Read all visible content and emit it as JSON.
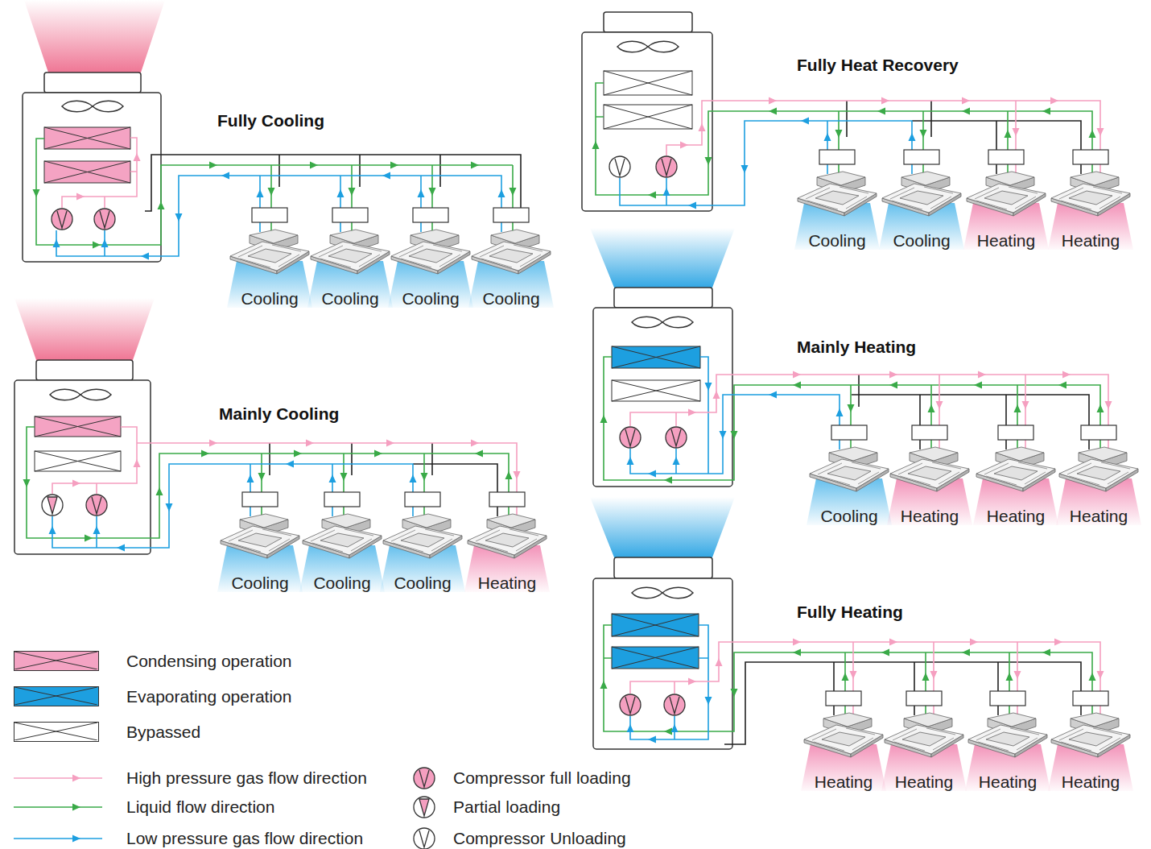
{
  "diagram": {
    "nodes": [
      {
        "text": [
          "Cooling"
        ]
      },
      {
        "text": [
          "Cooling"
        ]
      },
      {
        "text": [
          "Cooling"
        ]
      },
      {
        "text": [
          "Cooling"
        ]
      },
      {
        "text": [
          "Cooling"
        ]
      },
      {
        "text": [
          "Cooling"
        ]
      },
      {
        "text": [
          "Cooling"
        ]
      },
      {
        "text": [
          "Heating"
        ]
      },
      {
        "text": [
          "Cooling"
        ]
      },
      {
        "text": [
          "Cooling"
        ]
      },
      {
        "text": [
          "Heating"
        ]
      },
      {
        "text": [
          "Heating"
        ]
      },
      {
        "text": [
          "Cooling"
        ]
      },
      {
        "text": [
          "Heating"
        ]
      },
      {
        "text": [
          "Heating"
        ]
      },
      {
        "text": [
          "Heating"
        ]
      },
      {
        "text": [
          "Heating"
        ]
      },
      {
        "text": [
          "Heating"
        ]
      },
      {
        "text": [
          "Heating"
        ]
      },
      {
        "text": [
          "Heating"
        ]
      }
    ],
    "labels": [
      "Fully Cooling",
      "Mainly Cooling",
      "Fully Heat Recovery",
      "Mainly Heating",
      "Fully Heating"
    ],
    "legend": [
      {
        "text": "Condensing operation",
        "color": "#f4a3c3"
      },
      {
        "text": "Evaporating operation",
        "color": "#1d9fe0"
      },
      {
        "text": "Bypassed",
        "color": "#ffffff"
      },
      {
        "text": "High pressure gas flow direction"
      },
      {
        "text": "Liquid flow direction"
      },
      {
        "text": "Low pressure gas flow direction"
      },
      {
        "text": "Compressor full loading"
      },
      {
        "text": "Partial loading"
      },
      {
        "text": "Compressor Unloading"
      }
    ]
  }
}
